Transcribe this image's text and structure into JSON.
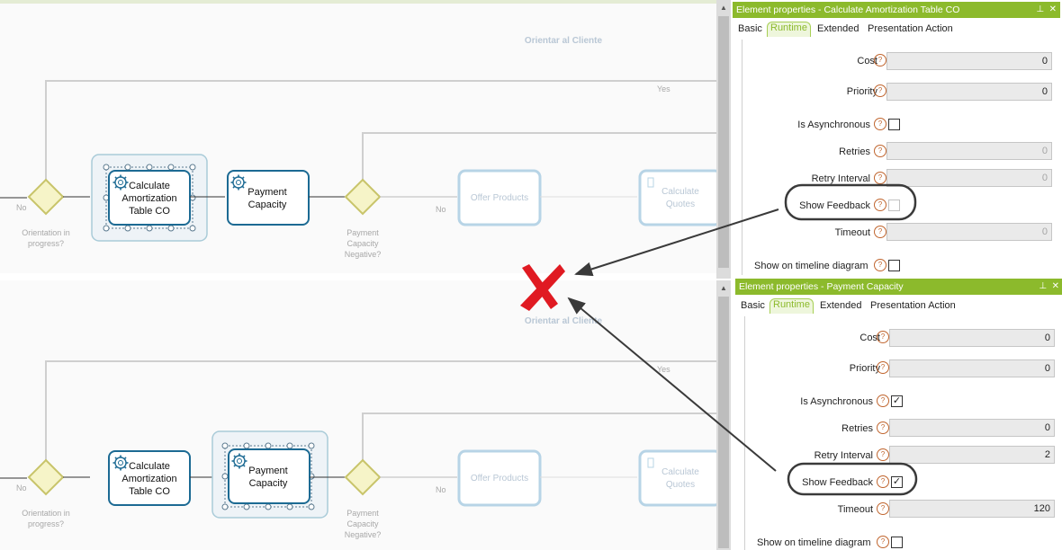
{
  "top_panel": {
    "title": "Element properties - Calculate Amortization Table CO",
    "tabs": [
      "Basic",
      "Runtime",
      "Extended",
      "Presentation Action"
    ],
    "active_tab": "Runtime",
    "fields": {
      "cost_label": "Cost",
      "cost_value": "0",
      "priority_label": "Priority",
      "priority_value": "0",
      "async_label": "Is Asynchronous",
      "async_checked": false,
      "retries_label": "Retries",
      "retries_value": "0",
      "retry_interval_label": "Retry Interval",
      "retry_interval_value": "0",
      "feedback_label": "Show Feedback",
      "feedback_checked": false,
      "timeout_label": "Timeout",
      "timeout_value": "0",
      "timeline_label": "Show on timeline diagram",
      "timeline_checked": false
    }
  },
  "bottom_panel": {
    "title": "Element properties - Payment Capacity",
    "tabs": [
      "Basic",
      "Runtime",
      "Extended",
      "Presentation Action"
    ],
    "active_tab": "Runtime",
    "fields": {
      "cost_label": "Cost",
      "cost_value": "0",
      "priority_label": "Priority",
      "priority_value": "0",
      "async_label": "Is Asynchronous",
      "async_checked": true,
      "retries_label": "Retries",
      "retries_value": "0",
      "retry_interval_label": "Retry Interval",
      "retry_interval_value": "2",
      "feedback_label": "Show Feedback",
      "feedback_checked": true,
      "timeout_label": "Timeout",
      "timeout_value": "120",
      "timeline_label": "Show on timeline diagram",
      "timeline_checked": false
    }
  },
  "diagram": {
    "lane_title": "Orientar al Cliente",
    "yes_label": "Yes",
    "no_label": "No",
    "gateway1_label": [
      "Orientation in",
      "progress?"
    ],
    "gateway2_label": [
      "Payment",
      "Capacity",
      "Negative?"
    ],
    "task1_label": [
      "Calculate",
      "Amortization",
      "Table CO"
    ],
    "task2_label": [
      "Payment",
      "Capacity"
    ],
    "task3_label": "Offer Products",
    "task4_label": [
      "Calculate",
      "Quotes"
    ]
  },
  "colors": {
    "accent_green": "#8cba2c",
    "task_border": "#1c6a93",
    "gateway_fill": "#f6f4c8",
    "gateway_border": "#c8c46a",
    "red_x": "#e01a22",
    "help_icon": "#c0652e"
  },
  "icons": {
    "gear": "gear-icon",
    "help": "help-icon",
    "pin": "pin-icon",
    "close": "close-icon",
    "red_x": "red-x-icon"
  }
}
